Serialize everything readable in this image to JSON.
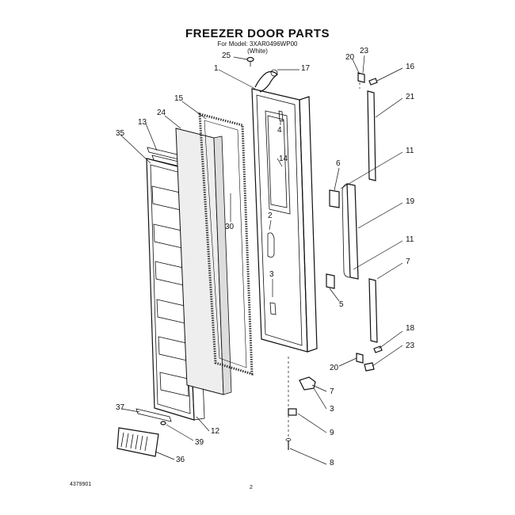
{
  "header": {
    "title": "FREEZER DOOR PARTS",
    "model_line": "For Model: 3XAR0496WP00",
    "color_line": "(White)"
  },
  "callouts": {
    "c25": "25",
    "c17": "17",
    "c1": "1",
    "c23a": "23",
    "c20a": "20",
    "c16": "16",
    "c21": "21",
    "c15": "15",
    "c24": "24",
    "c13": "13",
    "c35": "35",
    "c4": "4",
    "c14": "14",
    "c11a": "11",
    "c6": "6",
    "c30": "30",
    "c2": "2",
    "c19": "19",
    "c11b": "11",
    "c5": "5",
    "c3a": "3",
    "c7a": "7",
    "c18": "18",
    "c23b": "23",
    "c20b": "20",
    "c7b": "7",
    "c3b": "3",
    "c37": "37",
    "c12": "12",
    "c39": "39",
    "c9": "9",
    "c36": "36",
    "c8": "8"
  },
  "footer": {
    "part_number": "4379901",
    "page": "2"
  }
}
